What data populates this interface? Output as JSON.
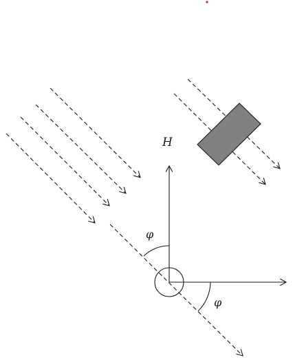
{
  "labels": {
    "axis_label": "H",
    "angle_label_upper": "φ",
    "angle_label_lower": "φ"
  },
  "colors": {
    "line": "#1a1a1a",
    "block_fill": "#808080",
    "background": "#ffffff",
    "marker": "#cc2222"
  }
}
